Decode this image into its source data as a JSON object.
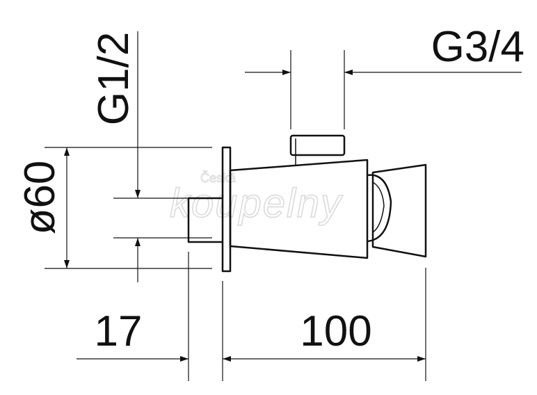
{
  "dimensions": {
    "outlet_thread": "G3/4",
    "inlet_thread": "G1/2",
    "flange_diameter": "ø60",
    "inlet_length": "17",
    "body_length": "100"
  },
  "watermark": {
    "line1": "Česká",
    "line2": "koupelny"
  },
  "colors": {
    "line": "#111111",
    "watermark": "#d9d9d9",
    "background": "#ffffff"
  }
}
